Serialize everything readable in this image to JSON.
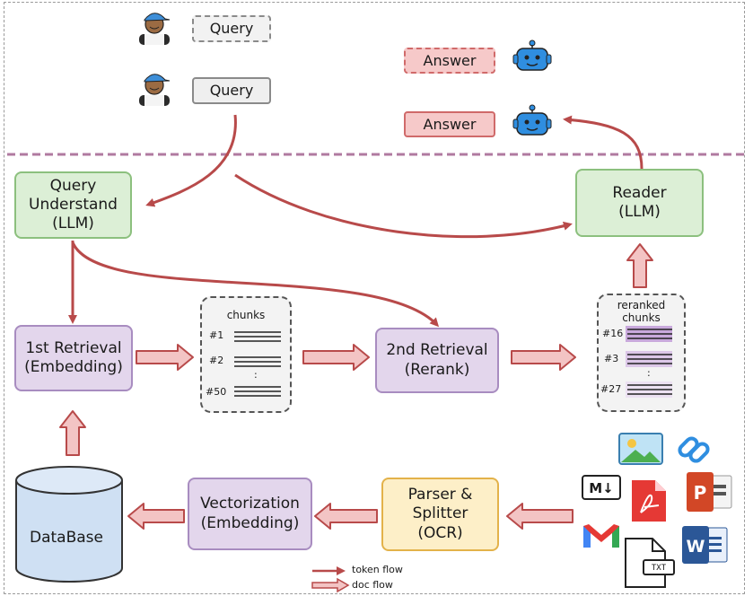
{
  "queries": [
    "Query",
    "Query"
  ],
  "answers": [
    "Answer",
    "Answer"
  ],
  "nodes": {
    "query_understand": [
      "Query",
      "Understand",
      "(LLM)"
    ],
    "reader": [
      "Reader",
      "(LLM)"
    ],
    "retrieval1": [
      "1st Retrieval",
      "(Embedding)"
    ],
    "retrieval2": [
      "2nd Retrieval",
      "(Rerank)"
    ],
    "vectorization": [
      "Vectorization",
      "(Embedding)"
    ],
    "parser": [
      "Parser &",
      "Splitter",
      "(OCR)"
    ],
    "database": "DataBase"
  },
  "chunks": {
    "title": "chunks",
    "ids": [
      "#1",
      "#2",
      ":",
      "#50"
    ]
  },
  "reranked": {
    "title_line1": "reranked",
    "title_line2": "chunks",
    "ids": [
      "#16",
      "#3",
      ":",
      "#27"
    ]
  },
  "legend": {
    "token_flow": "token flow",
    "doc_flow": "doc flow"
  },
  "doc_icons": {
    "markdown": "M↓",
    "txt": "TXT"
  },
  "colors": {
    "arrow_red": "#b84a4a",
    "doc_arrow_fill": "#f3c4c4",
    "green_fill": "#dcefd6",
    "purple_fill": "#e3d6ec",
    "orange_fill": "#fdefc8",
    "db_fill": "#cfe0f3",
    "divider": "#b07aa0"
  }
}
